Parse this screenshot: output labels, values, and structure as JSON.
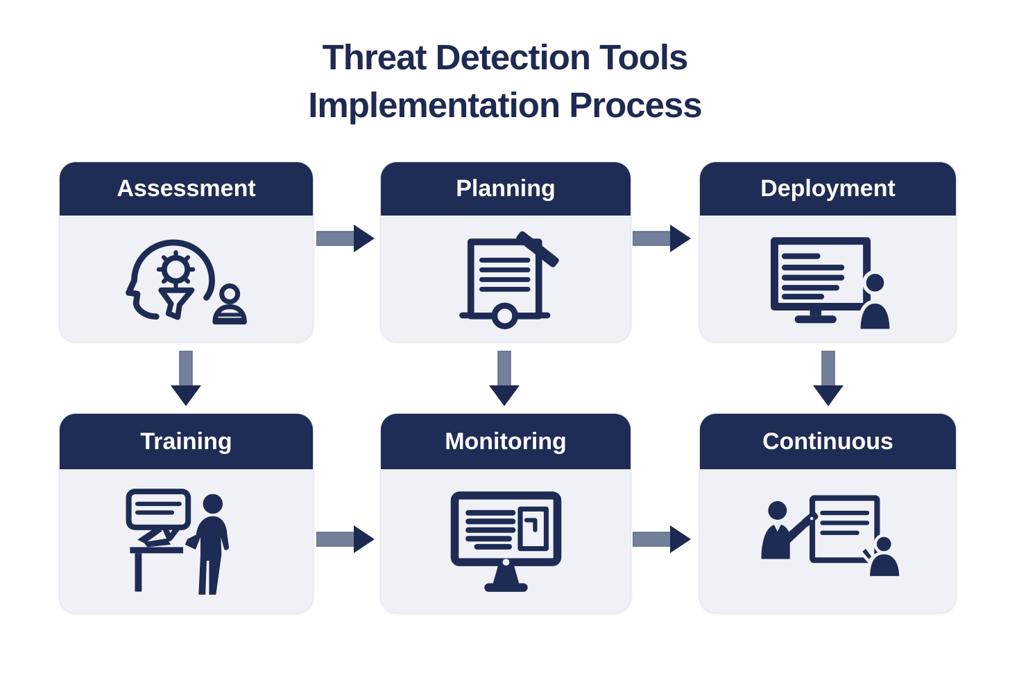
{
  "title": {
    "line1": "Threat Detection Tools",
    "line2": "Implementation Process"
  },
  "steps": [
    {
      "id": "assessment",
      "label": "Assessment",
      "icon": "brain-gear-person-icon",
      "row": 1,
      "col": 1
    },
    {
      "id": "planning",
      "label": "Planning",
      "icon": "document-pencil-seal-icon",
      "row": 1,
      "col": 2
    },
    {
      "id": "deployment",
      "label": "Deployment",
      "icon": "monitor-presenter-icon",
      "row": 1,
      "col": 3
    },
    {
      "id": "training",
      "label": "Training",
      "icon": "trainer-speech-bubble-icon",
      "row": 2,
      "col": 1
    },
    {
      "id": "monitoring",
      "label": "Monitoring",
      "icon": "monitor-dashboard-icon",
      "row": 2,
      "col": 2
    },
    {
      "id": "continuous",
      "label": "Continuous",
      "icon": "whiteboard-discussion-icon",
      "row": 2,
      "col": 3
    }
  ],
  "connections": [
    {
      "from": "Assessment",
      "to": "Planning",
      "direction": "right"
    },
    {
      "from": "Planning",
      "to": "Deployment",
      "direction": "right"
    },
    {
      "from": "Assessment",
      "to": "Training",
      "direction": "down"
    },
    {
      "from": "Planning",
      "to": "Monitoring",
      "direction": "down"
    },
    {
      "from": "Deployment",
      "to": "Continuous",
      "direction": "down"
    },
    {
      "from": "Training",
      "to": "Monitoring",
      "direction": "right"
    },
    {
      "from": "Monitoring",
      "to": "Continuous",
      "direction": "right"
    }
  ],
  "colors": {
    "header_navy": "#1f2c55",
    "title_navy": "#1e2a52",
    "icon_navy": "#1e2b54",
    "card_body": "#eff1f6",
    "arrow_shaft": "#72809b",
    "arrow_head": "#1c2a52",
    "header_text": "#ffffff",
    "background": "#ffffff"
  }
}
